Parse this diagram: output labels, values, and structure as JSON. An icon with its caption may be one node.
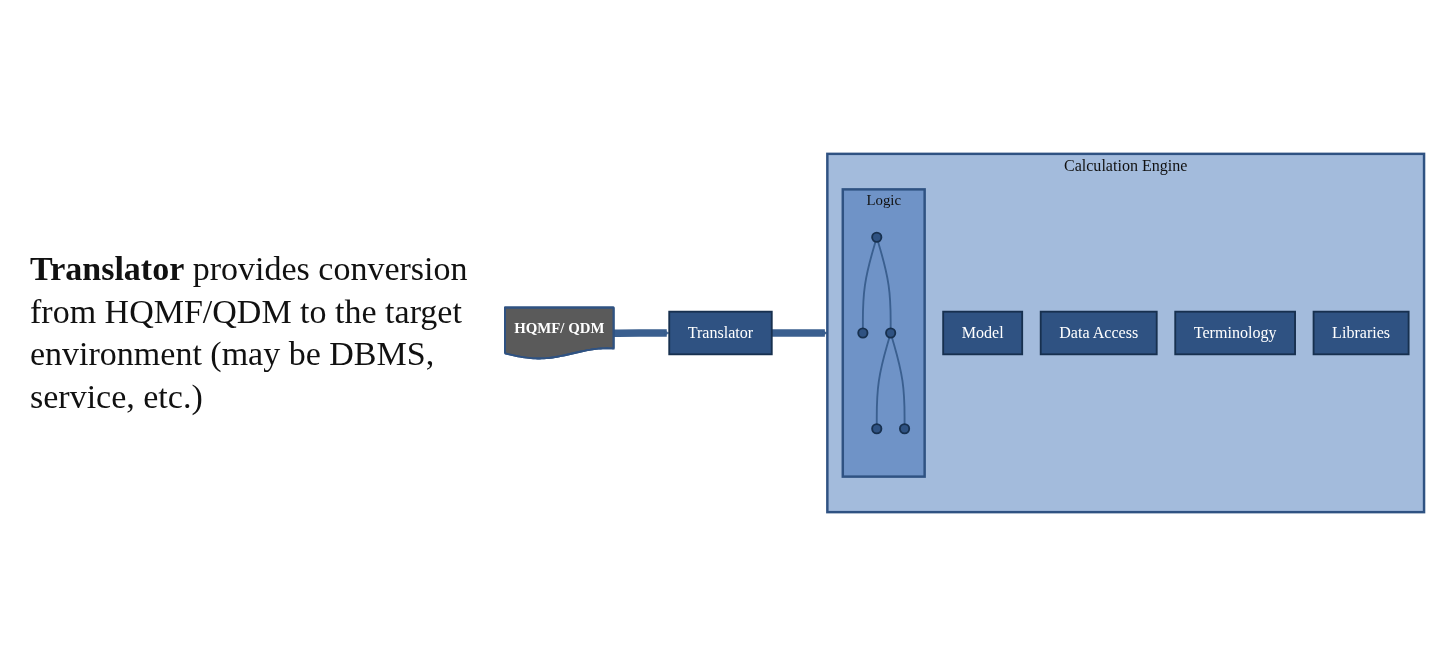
{
  "diagram": {
    "nodes": [
      {
        "text": [
          "HQMF/ QDM"
        ]
      },
      {
        "text": [
          "Translator"
        ]
      },
      {
        "text": [
          "Calculation Engine"
        ]
      },
      {
        "text": [
          "Logic"
        ],
        "in": 2
      },
      {
        "text": [],
        "shape": "circle",
        "in": 3
      },
      {
        "text": [],
        "shape": "circle",
        "in": 3
      },
      {
        "text": [],
        "shape": "circle",
        "in": 3
      },
      {
        "text": [],
        "shape": "circle",
        "in": 3
      },
      {
        "text": [],
        "shape": "circle",
        "in": 3
      },
      {
        "text": [
          "Model"
        ],
        "in": 2
      },
      {
        "text": [
          "Data Access"
        ],
        "in": 2
      },
      {
        "text": [
          "Terminology"
        ],
        "in": 2
      },
      {
        "text": [
          "Libraries"
        ],
        "in": 2
      }
    ],
    "edges": [
      {
        "from": 0,
        "to": 1,
        "arrow": "to",
        "style": "thick"
      },
      {
        "from": 1,
        "to": 2,
        "arrow": "to",
        "style": "thick"
      },
      {
        "from": 4,
        "to": 5,
        "arrow": "none"
      },
      {
        "from": 4,
        "to": 6,
        "arrow": "none"
      },
      {
        "from": 6,
        "to": 7,
        "arrow": "none"
      },
      {
        "from": 6,
        "to": 8,
        "arrow": "none"
      }
    ],
    "labels": [
      "**Translator** provides conversion from HQMF/QDM to the target environment (may be DBMS, service, etc.)"
    ]
  }
}
